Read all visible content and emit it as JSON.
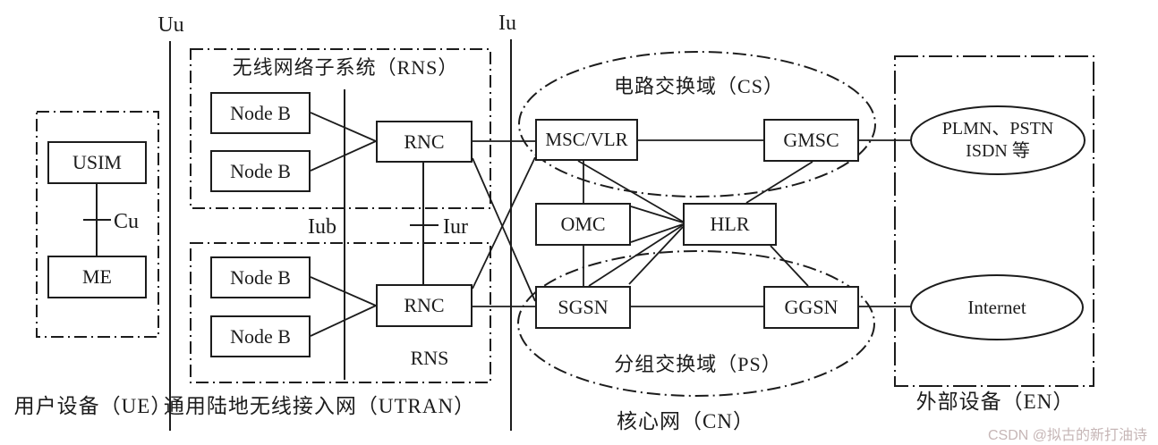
{
  "diagram": {
    "interfaces": {
      "uu": "Uu",
      "iu": "Iu",
      "iub": "Iub",
      "iur": "Iur",
      "cu": "Cu"
    },
    "ue": {
      "usim": "USIM",
      "me": "ME",
      "label": "用户设备（UE）"
    },
    "utran": {
      "rns_title": "无线网络子系统（RNS）",
      "node_b": "Node B",
      "rnc": "RNC",
      "rns_label": "RNS",
      "label": "通用陆地无线接入网（UTRAN）"
    },
    "cn": {
      "cs_label": "电路交换域（CS）",
      "ps_label": "分组交换域（PS）",
      "msc_vlr": "MSC/VLR",
      "gmsc": "GMSC",
      "omc": "OMC",
      "hlr": "HLR",
      "sgsn": "SGSN",
      "ggsn": "GGSN",
      "label": "核心网（CN）"
    },
    "en": {
      "plmn_line1": "PLMN、PSTN",
      "plmn_line2": "ISDN 等",
      "internet": "Internet",
      "label": "外部设备（EN）"
    },
    "watermark": "CSDN @拟古的新打油诗",
    "colors": {
      "line": "#1c1c1c",
      "background": "#ffffff",
      "watermark": "#c6b6b6"
    }
  }
}
